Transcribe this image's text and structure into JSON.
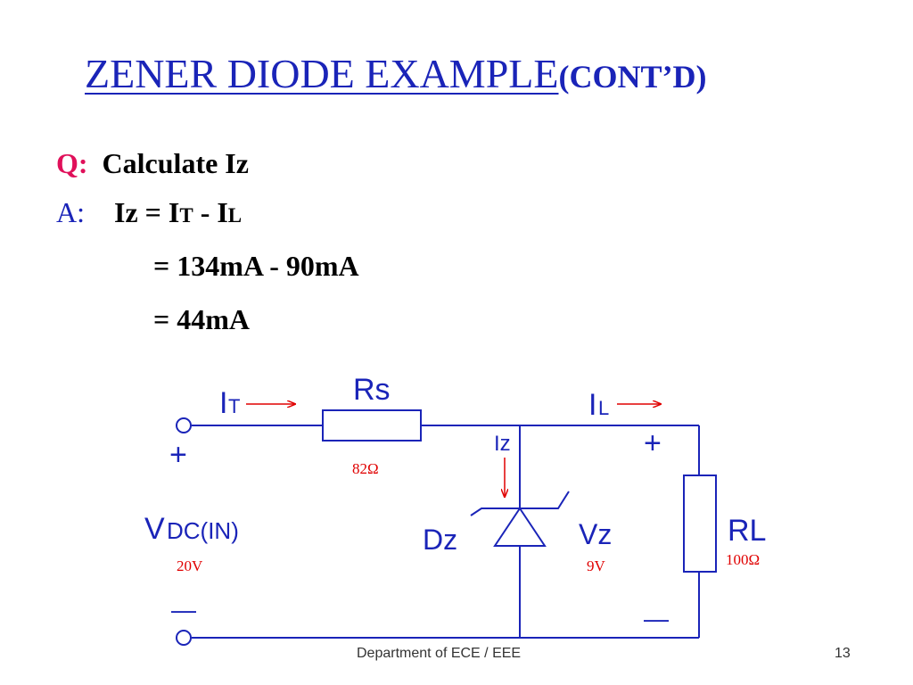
{
  "title": {
    "main": "ZENER DIODE EXAMPLE",
    "sub": "(CONT’D)"
  },
  "qa": {
    "q_label": "Q:",
    "q_text": "Calculate Iz",
    "a_label": "A:",
    "eq_iz_main": "Iz = I",
    "eq_t_sub": "T",
    "eq_minus": " - I",
    "eq_l_sub": "L",
    "line2": "= 134mA - 90mA",
    "line3": "= 44mA"
  },
  "circuit": {
    "it_main": "I",
    "it_sub": "T",
    "rs_label": "Rs",
    "rs_value": "82Ω",
    "il_main": "I",
    "il_sub": "L",
    "iz_label": "Iz",
    "plus_left": "+",
    "plus_right": "+",
    "vdc_main": "V",
    "vdc_sub": "DC(IN)",
    "vdc_value": "20V",
    "dz_label": "Dz",
    "vz_label": "Vz",
    "vz_value": "9V",
    "rl_label": "RL",
    "rl_value": "100Ω",
    "minus_left": "—",
    "minus_right": "—"
  },
  "footer": {
    "department": "Department of ECE / EEE",
    "page": "13"
  },
  "colors": {
    "title": "#1a24b8",
    "q": "#e0105a",
    "circuit": "#1a24b8",
    "values": "#e00000",
    "arrows": "#e00000"
  }
}
